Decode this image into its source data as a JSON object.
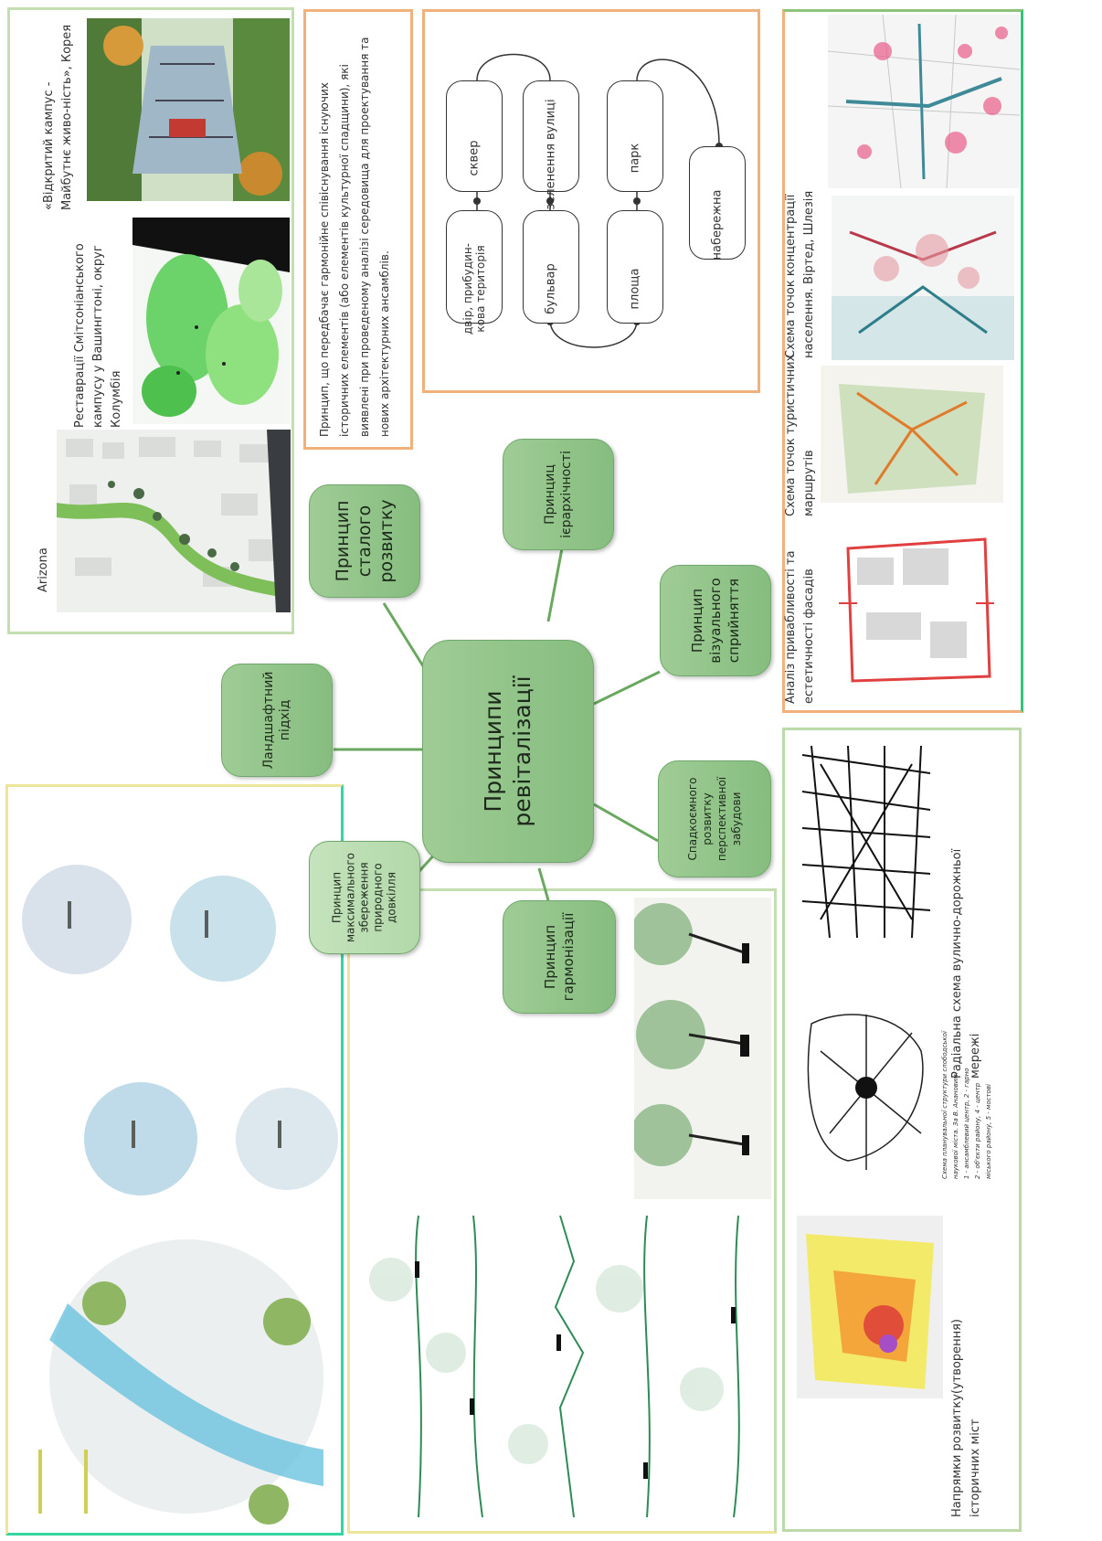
{
  "center": {
    "line1": "Принципи",
    "line2": "ревіталізації"
  },
  "principles": {
    "sustainable": [
      "Принцип",
      "сталого",
      "розвитку"
    ],
    "hierarchy": [
      "Принциц",
      "ієрархічності"
    ],
    "visual": [
      "Принцип",
      "візуального",
      "сприйняття"
    ],
    "heritage": [
      "Спадкоємного",
      "розвитку",
      "перспективної",
      "забудови"
    ],
    "harmony": [
      "Принцип",
      "гармонізації"
    ],
    "nature": [
      "Принцип",
      "максимального",
      "збереження",
      "природного",
      "довкілля"
    ],
    "landscape": [
      "Ландшафтний",
      "підхід"
    ]
  },
  "captions": {
    "arizona": "Arizona",
    "smithsonian": [
      "Реставрації Смітсоніанського",
      "кампусу у Вашингтоні, округ",
      "Колумбія"
    ],
    "korea": [
      "«Відкритий кампус -",
      "Майбутнє живо-ність», Корея"
    ],
    "harmony_text": [
      "Принцип, що передбачає гармонійне співіснування існуючих",
      "історичних елементів (або елементів культурної спадщини), які",
      "виявлені при проведеному аналізі середовища для проектування та",
      "нових архітектурних ансамблів."
    ],
    "facade": [
      "Аналіз привабливості та",
      "естетичності фасадів"
    ],
    "tourist": [
      "Схема точок туристичних",
      "маршрутів"
    ],
    "population": [
      "Схема точок концентрації",
      "населення. Віртед, Шлезія"
    ],
    "radial": [
      "Радіальна схема вулично-дорожньої",
      "мережі"
    ],
    "historic": [
      "Напрямки розвитку(утворення)",
      "історичних міст"
    ],
    "small_text": [
      "Схема планувальної структури слободської",
      "наукової міста. За В. Анановим.",
      "1 - ансамблевий центр, 2 - гарно",
      "2 - об'єкти району, 4 - центр",
      "міського району, 5 - мостові"
    ]
  },
  "flow": {
    "nodes": [
      "сквер",
      "двір, прибудин-\nкова територія",
      "озеленення вулиці",
      "бульвар",
      "парк",
      "площа",
      "набережна"
    ]
  },
  "colors": {
    "node_green": "#8bc383",
    "light_green": "#bfe0b6",
    "line_green": "#6aa860",
    "orange_border": "#f0b27a",
    "green_border": "#bcd9a8",
    "yellow_border": "#ece59a",
    "teal_border": "#35d4a0"
  }
}
